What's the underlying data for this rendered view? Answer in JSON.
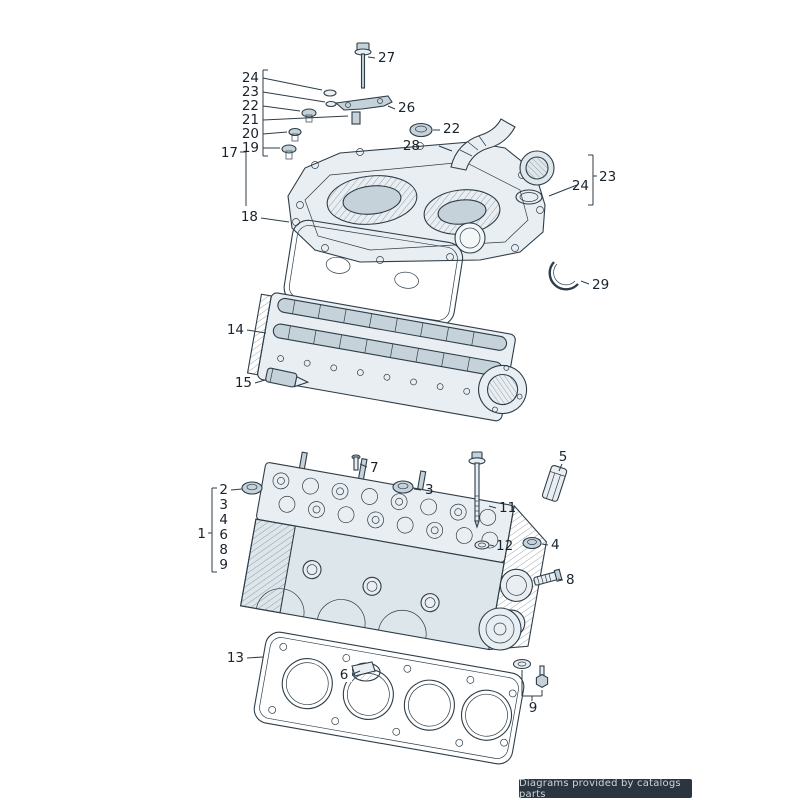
{
  "colors": {
    "line": "#2e3d48",
    "fill_light": "#e9eef2",
    "fill_mid": "#c5d2d9",
    "fill_dark": "#9fb0ba",
    "badge_bg": "#2b3540",
    "badge_text": "#ccd4db"
  },
  "footer": {
    "credit": "Diagrams provided by catalogs parts"
  },
  "callouts": {
    "bolt_27": "27",
    "bracket_26": "26",
    "cap_22_top": "22",
    "hose_28": "28",
    "group_23_right": "23",
    "seal_24_right": "24",
    "stack_24": "24",
    "stack_23": "23",
    "stack_22": "22",
    "stack_21": "21",
    "stack_20": "20",
    "stack_19": "19",
    "group_17": "17",
    "gasket_18": "18",
    "seal_29": "29",
    "carrier_14": "14",
    "sealant_15": "15",
    "pin_7": "7",
    "cap_3_top": "3",
    "tube_5": "5",
    "bolt_11": "11",
    "washer_12": "12",
    "cap_4_right": "4",
    "stack_2": "2",
    "stack_3": "3",
    "stack_4": "4",
    "stack_6": "6",
    "stack_8": "8",
    "stack_9": "9",
    "group_1": "1",
    "stud_8_right": "8",
    "gasket_13": "13",
    "plug_6": "6",
    "bolt_9": "9"
  }
}
